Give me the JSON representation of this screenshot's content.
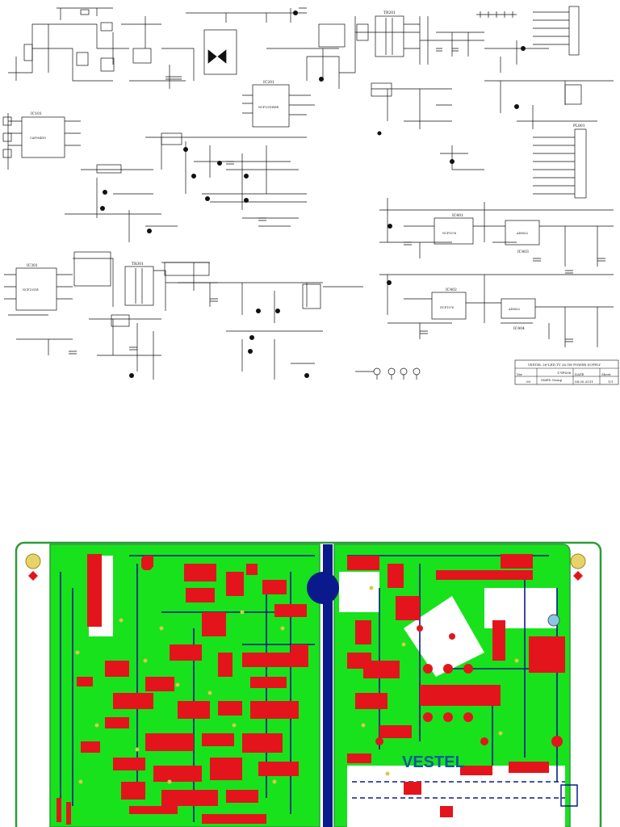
{
  "schematic": {
    "ic_labels": {
      "ic101": "IC101",
      "ic101_part": "CAP004DG",
      "ic201": "IC201",
      "ic201_part": "NCP1351BDR",
      "ic301": "IC301",
      "ic301_part": "NCP1351B",
      "ic401": "IC401",
      "ic401_part": "NCP1576",
      "ic402": "IC402",
      "ic402_part": "NCP1576",
      "ic403": "IC403",
      "ic403_part": "AD8822",
      "ic404": "IC404",
      "ic404_part": "AD8822"
    },
    "transformer_labels": {
      "tr201": "TR201",
      "tr301": "TR301"
    },
    "connector_labels": {
      "pl801": "PL801"
    },
    "title_block": {
      "title": "VESTEL 26\"LED TV 26.5W POWER SUPPLY",
      "code": "17IPS06",
      "ver_label": "Ver",
      "ver_value": "00",
      "group": "SMPS Group",
      "date_label": "DATE",
      "date_value": "04.05.2011",
      "sheet_label": "Sheet",
      "sheet_value": "1/1"
    }
  },
  "pcb": {
    "logo_text": "VESTEL"
  },
  "colors": {
    "board_green": "#18e21c",
    "trace_red": "#e4141c",
    "trace_blue": "#0a1a8c",
    "outline_green": "#2e9a3a"
  }
}
